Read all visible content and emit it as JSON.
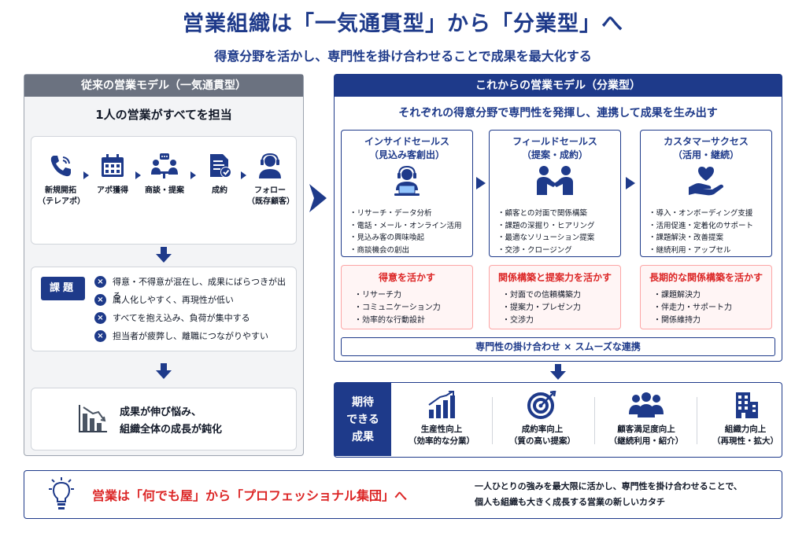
{
  "title": "営業組織は「一気通貫型」から「分業型」へ",
  "subtitle": "得意分野を活かし、専門性を掛け合わせることで成果を最大化する",
  "colors": {
    "navy": "#1e3a8a",
    "gray": "#6b7280",
    "red": "#dc2626",
    "pink_bg": "#fff5f5"
  },
  "left": {
    "header": "従来の営業モデル（一気通貫型）",
    "lead": "1人の営業がすべてを担当",
    "steps": [
      {
        "icon": "phone-icon",
        "label1": "新規開拓",
        "label2": "（テレアポ）"
      },
      {
        "icon": "calendar-icon",
        "label1": "アポ獲得",
        "label2": ""
      },
      {
        "icon": "meeting-icon",
        "label1": "商談・提案",
        "label2": ""
      },
      {
        "icon": "document-check-icon",
        "label1": "成約",
        "label2": ""
      },
      {
        "icon": "headset-person-icon",
        "label1": "フォロー",
        "label2": "（既存顧客）"
      }
    ],
    "issues_tag": "課題",
    "issues": [
      "得意・不得意が混在し、成果にばらつきが出る",
      "属人化しやすく、再現性が低い",
      "すべてを抱え込み、負荷が集中する",
      "担当者が疲弊し、離職につながりやすい"
    ],
    "result_line1": "成果が伸び悩み、",
    "result_line2": "組織全体の成長が鈍化"
  },
  "right": {
    "header": "これからの営業モデル（分業型）",
    "lead": "それぞれの得意分野で専門性を発揮し、連携して成果を生み出す",
    "roles": [
      {
        "title": "インサイドセールス",
        "subtitle": "（見込み客創出）",
        "icon": "headset-laptop-icon",
        "items": [
          "・リサーチ・データ分析",
          "・電話・メール・オンライン活用",
          "・見込み客の興味喚起",
          "・商談機会の創出"
        ],
        "skill_title": "得意を活かす",
        "skills": [
          "・リサーチ力",
          "・コミュニケーション力",
          "・効率的な行動設計"
        ]
      },
      {
        "title": "フィールドセールス",
        "subtitle": "（提案・成約）",
        "icon": "handshake-icon",
        "items": [
          "・顧客との対面で関係構築",
          "・課題の深掘り・ヒアリング",
          "・最適なソリューション提案",
          "・交渉・クロージング"
        ],
        "skill_title": "関係構築と提案力を活かす",
        "skills": [
          "・対面での信頼構築力",
          "・提案力・プレゼン力",
          "・交渉力"
        ]
      },
      {
        "title": "カスタマーサクセス",
        "subtitle": "（活用・継続）",
        "icon": "heart-hand-icon",
        "items": [
          "・導入・オンボーディング支援",
          "・活用促進・定着化のサポート",
          "・課題解決・改善提案",
          "・継続利用・アップセル"
        ],
        "skill_title": "長期的な関係構築を活かす",
        "skills": [
          "・課題解決力",
          "・伴走力・サポート力",
          "・関係維持力"
        ]
      }
    ],
    "combine": "専門性の掛け合わせ × スムーズな連携"
  },
  "expect": {
    "tag_line1": "期待",
    "tag_line2": "できる",
    "tag_line3": "成果",
    "items": [
      {
        "icon": "bar-growth-icon",
        "label1": "生産性向上",
        "label2": "（効率的な分業）"
      },
      {
        "icon": "target-icon",
        "label1": "成約率向上",
        "label2": "（質の高い提案）"
      },
      {
        "icon": "group-icon",
        "label1": "顧客満足度向上",
        "label2": "（継続利用・紹介）"
      },
      {
        "icon": "building-icon",
        "label1": "組織力向上",
        "label2": "（再現性・拡大）"
      }
    ]
  },
  "banner": {
    "main": "営業は「何でも屋」から「プロフェッショナル集団」へ",
    "sub_line1": "一人ひとりの強みを最大限に活かし、専門性を掛け合わせることで、",
    "sub_line2": "個人も組織も大きく成長する営業の新しいカタチ"
  }
}
